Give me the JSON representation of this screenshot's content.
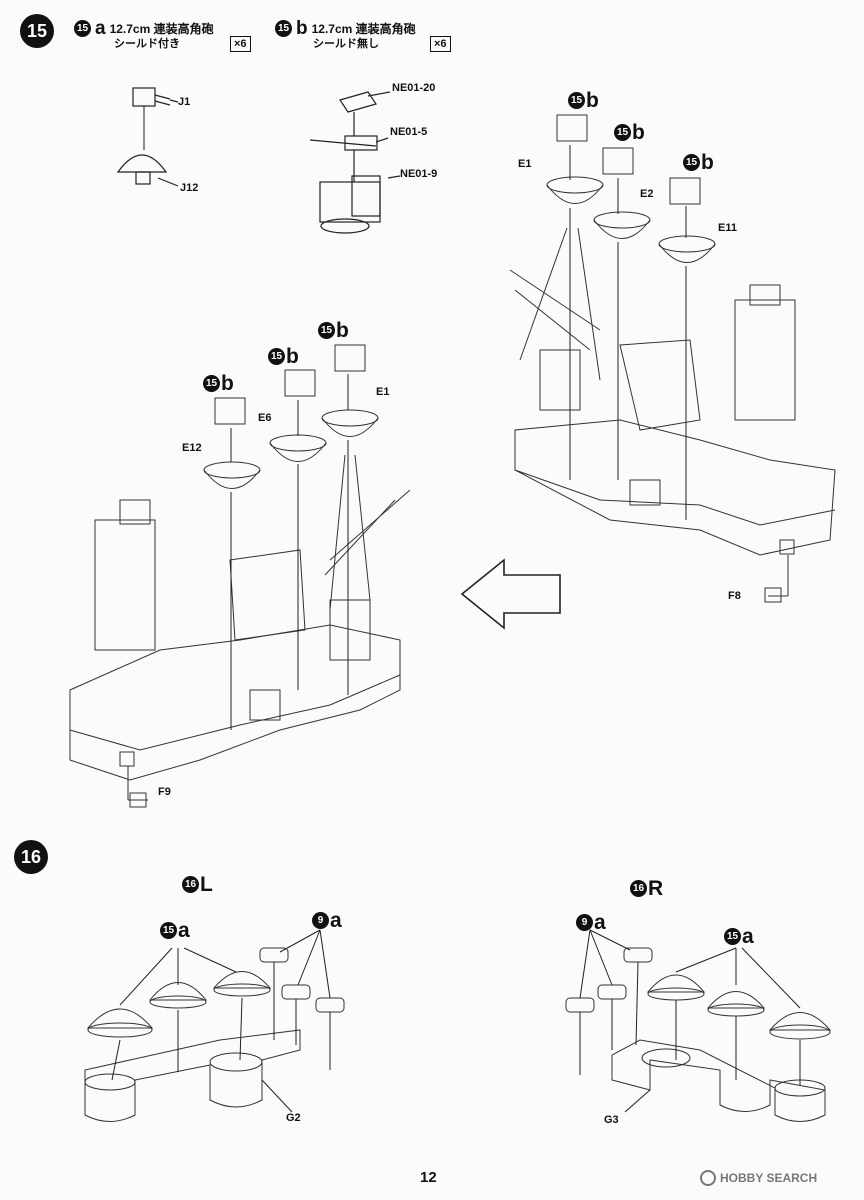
{
  "steps": {
    "s15": "15",
    "s16": "16"
  },
  "variant_a": {
    "ref": "15",
    "letter": "a",
    "line1": "12.7cm 連装高角砲",
    "line2": "シールド付き",
    "qty": "×6"
  },
  "variant_b": {
    "ref": "15",
    "letter": "b",
    "line1": "12.7cm 連装高角砲",
    "line2": "シールド無し",
    "qty": "×6"
  },
  "parts_a": {
    "j1": "J1",
    "j12": "J12"
  },
  "parts_b": {
    "ne0120": "NE01-20",
    "ne015": "NE01-5",
    "ne019": "NE01-9"
  },
  "right_view": {
    "e1": "E1",
    "e2": "E2",
    "e11": "E11",
    "f8": "F8",
    "ref_num": "15",
    "ref_letter": "b"
  },
  "left_view": {
    "e12": "E12",
    "e6": "E6",
    "e1": "E1",
    "f9": "F9",
    "ref_num": "15",
    "ref_letter": "b"
  },
  "sub16": {
    "left": {
      "num": "16",
      "letter": "L",
      "ref_a_num": "15",
      "ref_a_letter": "a",
      "ref_9_num": "9",
      "ref_9_letter": "a",
      "part": "G2"
    },
    "right": {
      "num": "16",
      "letter": "R",
      "ref_a_num": "15",
      "ref_a_letter": "a",
      "ref_9_num": "9",
      "ref_9_letter": "a",
      "part": "G3"
    }
  },
  "footer": {
    "page": "12",
    "watermark": "HOBBY SEARCH"
  }
}
